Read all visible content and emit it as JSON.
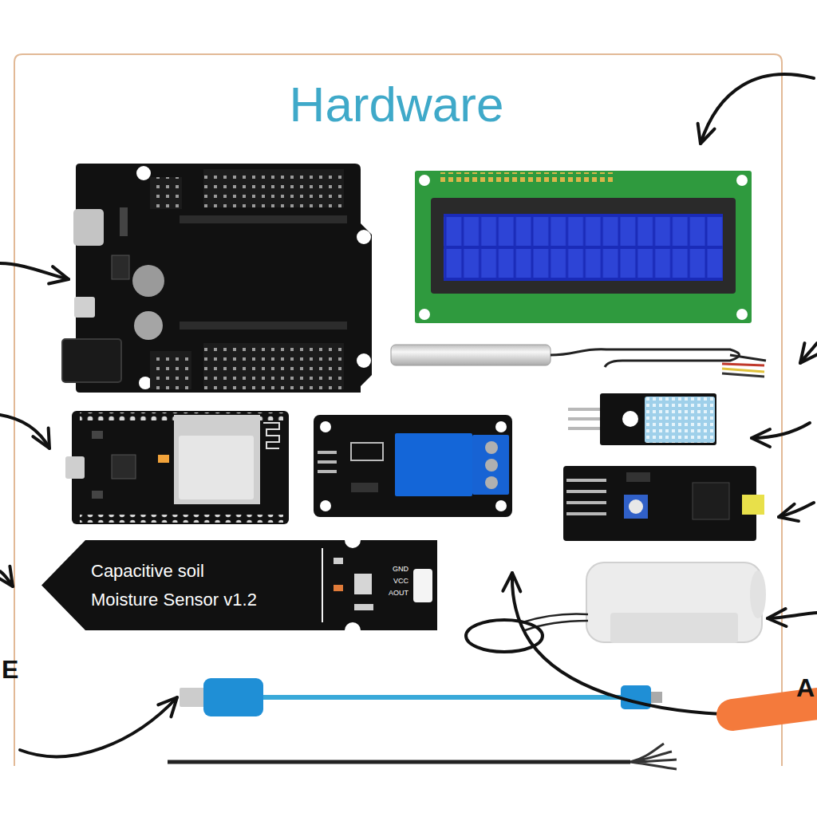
{
  "diagram": {
    "title": "Hardware",
    "nodes": [
      {
        "text": [
          "Capacitive soil Moisture Sensor v1.2"
        ]
      }
    ],
    "labels": [
      "GND",
      "VCC",
      "AOUT",
      "E",
      "A"
    ]
  }
}
